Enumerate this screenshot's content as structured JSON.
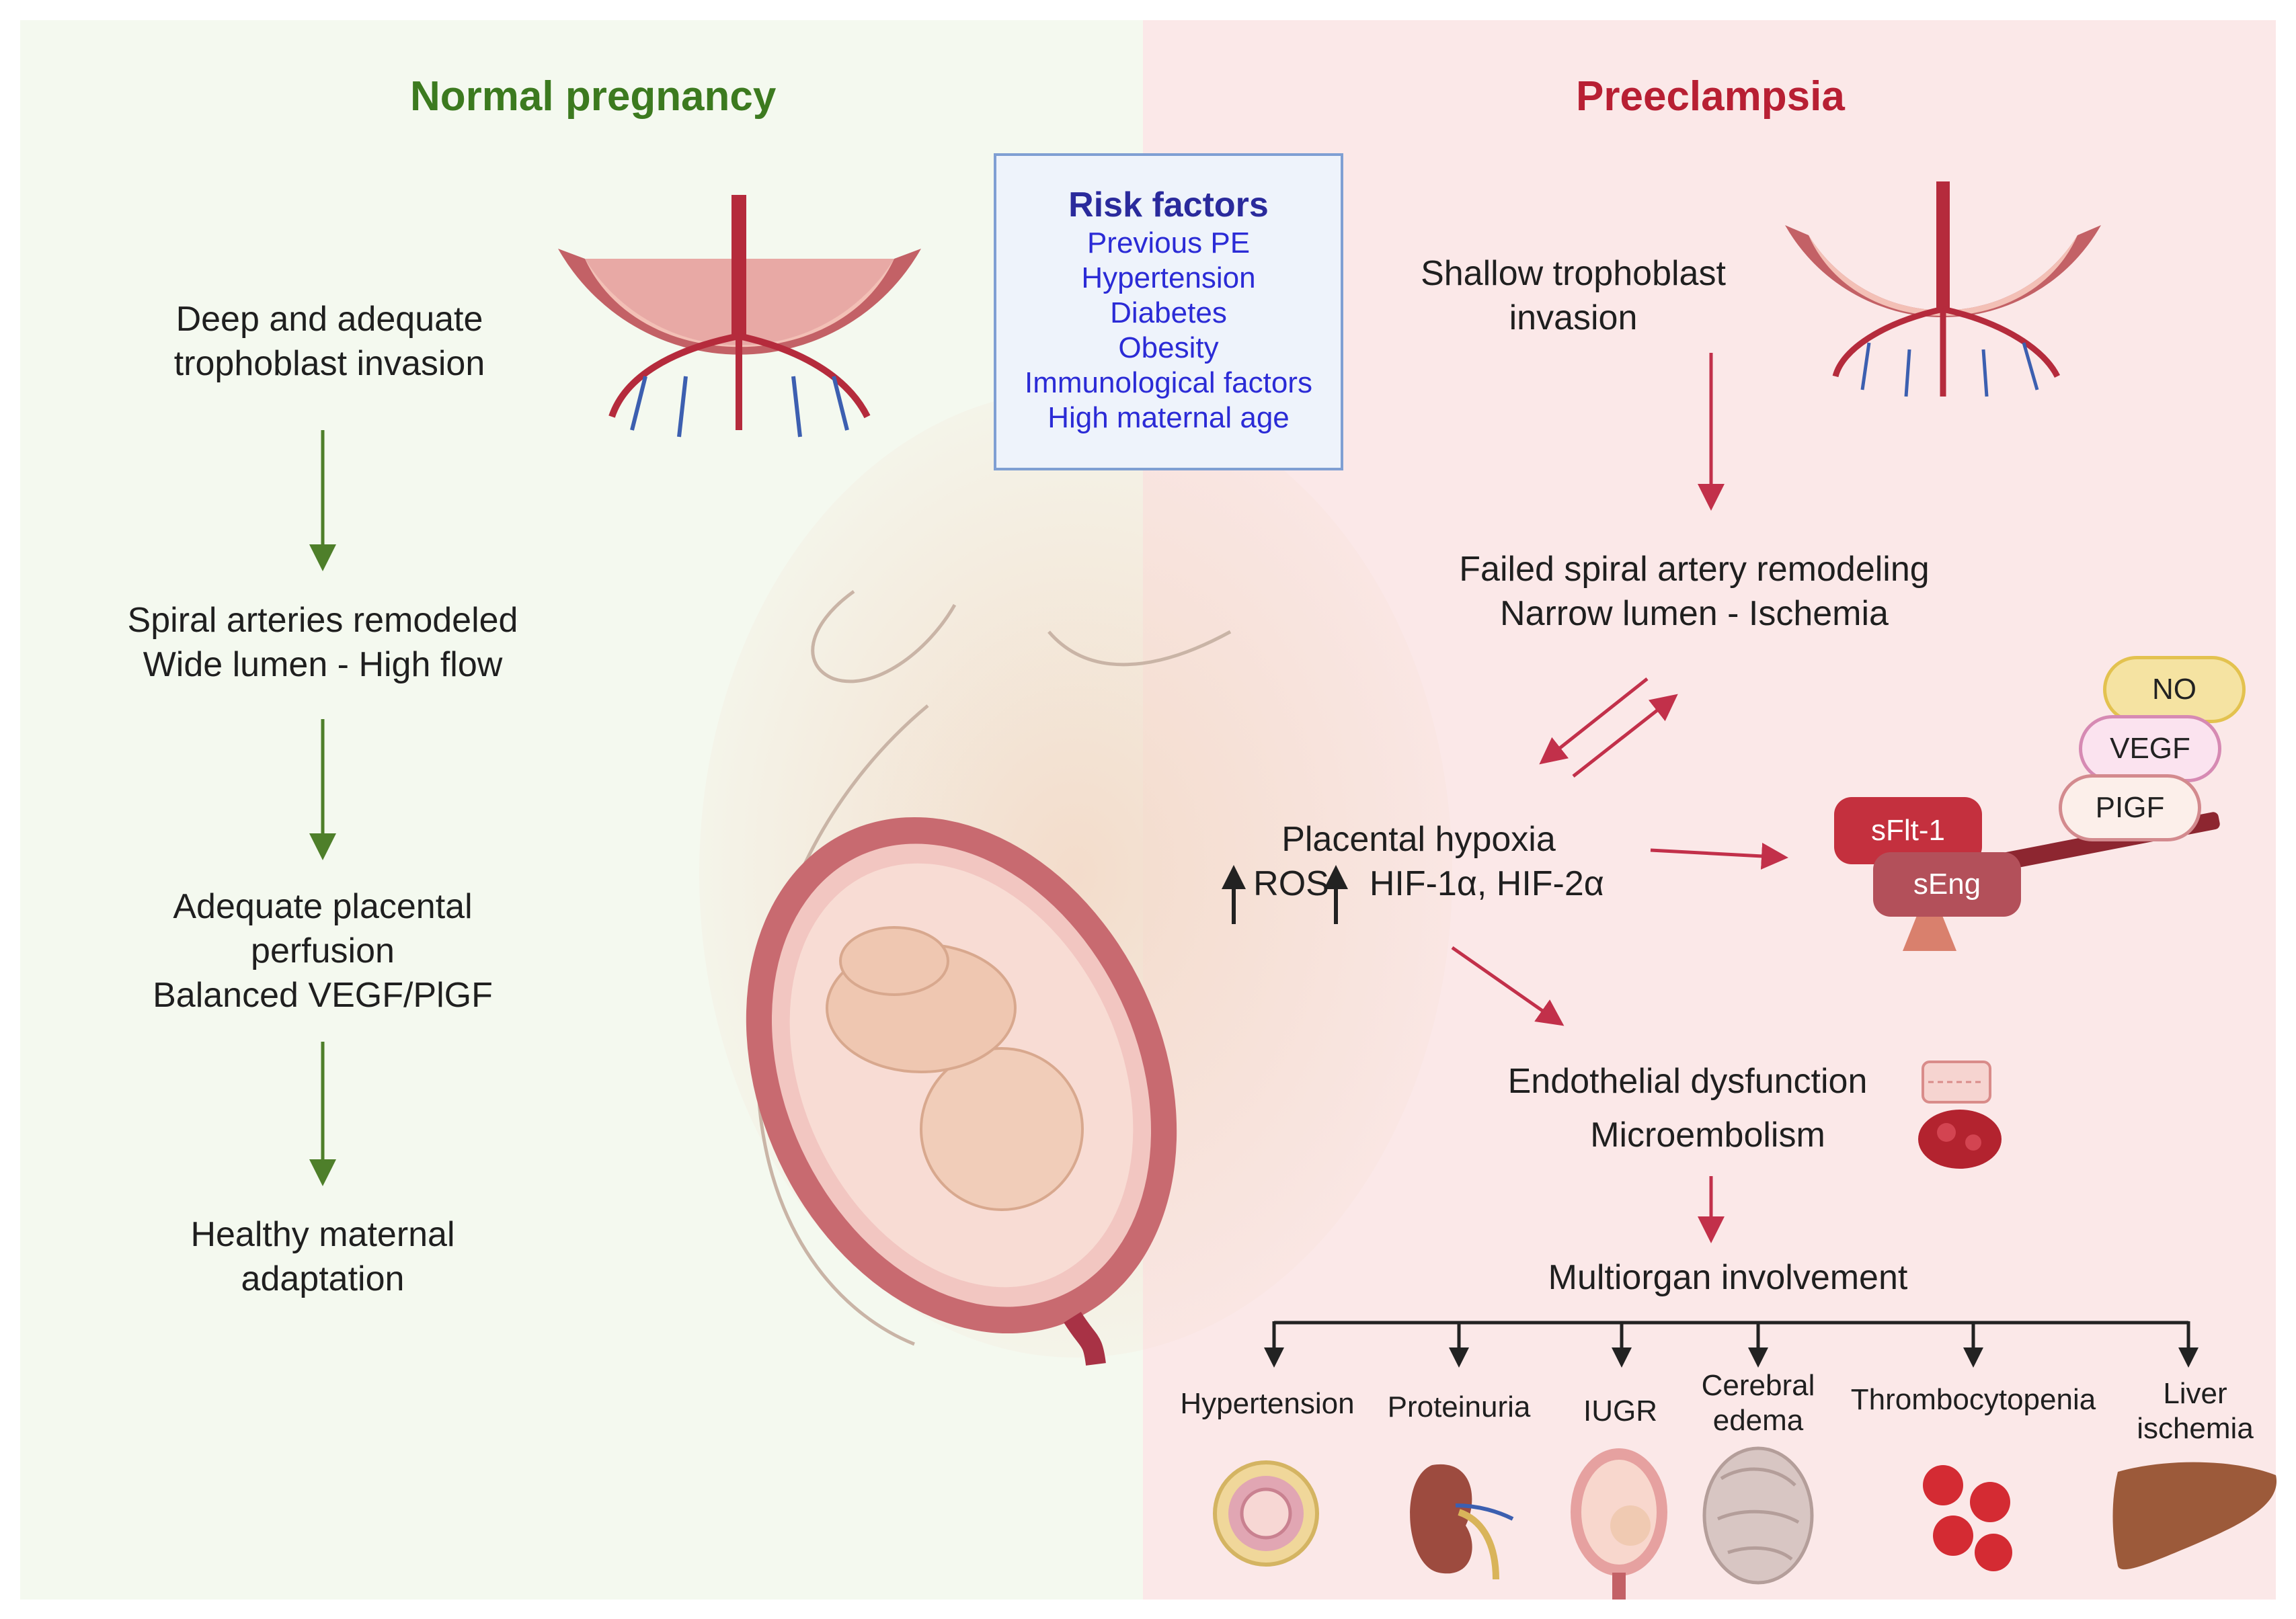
{
  "left": {
    "title": "Normal pregnancy",
    "steps": [
      {
        "line1": "Deep and adequate",
        "line2": "trophoblast invasion"
      },
      {
        "line1": "Spiral arteries remodeled",
        "line2": "Wide lumen - High flow"
      },
      {
        "line1": "Adequate placental",
        "line2": "perfusion",
        "line3": "Balanced VEGF/PlGF"
      },
      {
        "line1": "Healthy maternal",
        "line2": "adaptation"
      }
    ]
  },
  "right": {
    "title": "Preeclampsia",
    "steps": {
      "invasion": {
        "line1": "Shallow trophoblast",
        "line2": "invasion"
      },
      "remodeling": {
        "line1": "Failed spiral artery remodeling",
        "line2": "Narrow lumen - Ischemia"
      },
      "hypoxia": {
        "line1": "Placental hypoxia",
        "line2a": "ROS",
        "line2b": "HIF-1α, HIF-2α"
      },
      "endothelial": "Endothelial dysfunction",
      "microembolism": "Microembolism",
      "multiorgan": "Multiorgan involvement"
    },
    "balance": {
      "antiangiogenic": [
        "sFlt-1",
        "sEng"
      ],
      "angiogenic": [
        "NO",
        "VEGF",
        "PIGF"
      ]
    },
    "organs": [
      {
        "line1": "Hypertension",
        "icon": "artery-cross-section-icon"
      },
      {
        "line1": "Proteinuria",
        "icon": "kidney-icon"
      },
      {
        "line1": "IUGR",
        "icon": "uterus-fetus-icon"
      },
      {
        "line1": "Cerebral",
        "line2": "edema",
        "icon": "brain-icon"
      },
      {
        "line1": "Thrombocytopenia",
        "icon": "red-blood-cells-icon"
      },
      {
        "line1": "Liver",
        "line2": "ischemia",
        "icon": "liver-icon"
      }
    ]
  },
  "risk_factors": {
    "title": "Risk factors",
    "items": [
      "Previous PE",
      "Hypertension",
      "Diabetes",
      "Obesity",
      "Immunological factors",
      "High maternal age"
    ]
  },
  "colors": {
    "normal_accent": "#3c7a1f",
    "pe_accent": "#b81f33",
    "left_bg": "#f4f9ef",
    "right_bg": "#fbe8e8",
    "risk_text": "#2b2bd6"
  }
}
